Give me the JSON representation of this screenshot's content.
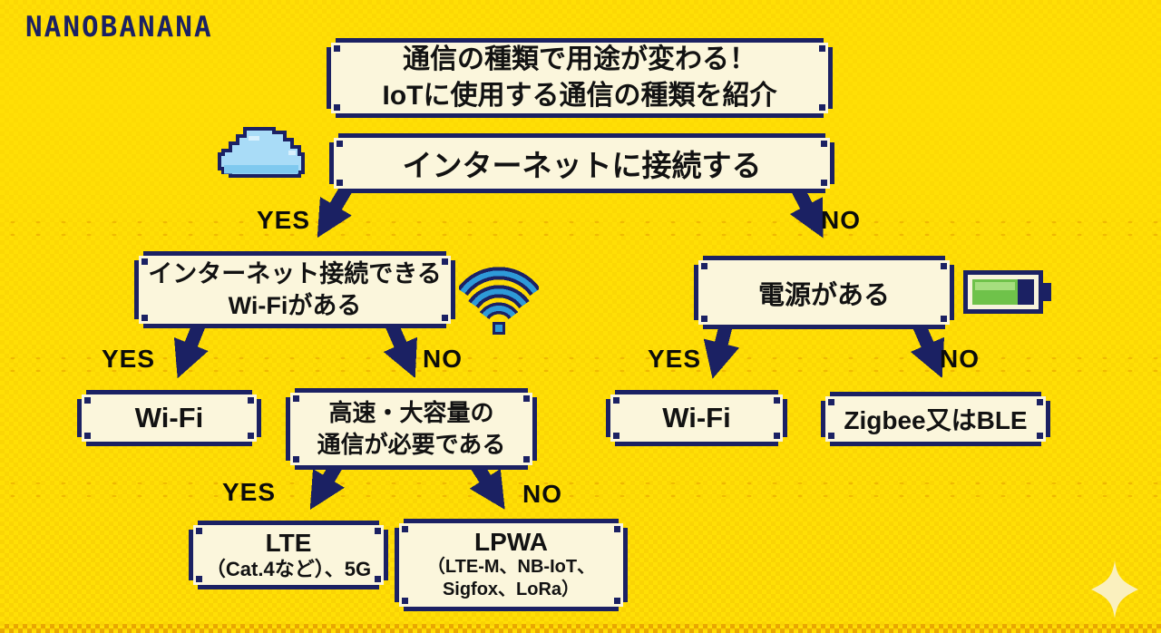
{
  "brand": {
    "logo_text": "NANOBANANA"
  },
  "header": {
    "title_line1": "通信の種類で用途が変わる！",
    "title_line2": "IoTに使用する通信の種類を紹介"
  },
  "labels": {
    "yes": "YES",
    "no": "NO"
  },
  "nodes": {
    "root": {
      "text": "インターネットに接続する",
      "icon": "cloud-icon"
    },
    "wifi_q": {
      "line1": "インターネット接続できる",
      "line2": "Wi-Fiがある",
      "icon": "wifi-icon"
    },
    "power_q": {
      "text": "電源がある",
      "icon": "battery-icon"
    },
    "wifi_result_left": {
      "text": "Wi-Fi"
    },
    "speed_q": {
      "line1": "高速・大容量の",
      "line2": "通信が必要である"
    },
    "wifi_result_right": {
      "text": "Wi-Fi"
    },
    "zigbee_result": {
      "text": "Zigbee又はBLE"
    },
    "lte_result": {
      "line1": "LTE",
      "line2": "（Cat.4など）、5G"
    },
    "lpwa_result": {
      "line1": "LPWA",
      "line2": "（LTE-M、NB-IoT、",
      "line3": "Sigfox、LoRa）"
    }
  },
  "icons": [
    "cloud-icon",
    "wifi-icon",
    "battery-icon",
    "sparkle-icon"
  ],
  "colors": {
    "background_yellow": "#FFDF05",
    "dither_gold": "#DB9800",
    "box_fill_cream": "#FBF6DC",
    "border_navy": "#1B2163",
    "text_black": "#121212",
    "wifi_blue": "#2E9AD8",
    "cloud_blue": "#A9DCF7",
    "cloud_shade_blue": "#7FC9EF",
    "battery_green": "#6FC24A",
    "battery_green_light": "#A6DE7F",
    "sparkle_cream": "#FAF0BE"
  }
}
